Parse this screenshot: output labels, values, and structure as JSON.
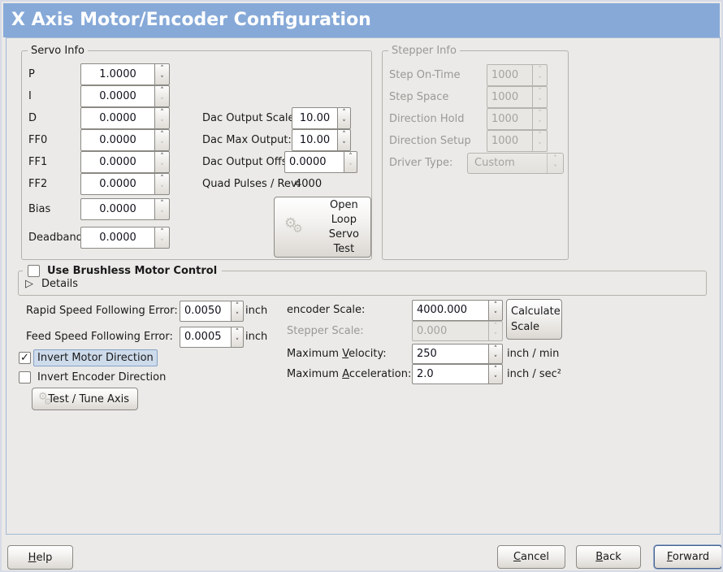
{
  "window": {
    "title": "X Axis Motor/Encoder Configuration"
  },
  "colors": {
    "titlebar": "#86a9d8",
    "background": "#ebeae8",
    "highlight": "#cddbeb"
  },
  "icons": {
    "gear": "⚙",
    "expander": "▷",
    "check": "✓",
    "spin_up": "˄",
    "spin_down": "˅"
  },
  "servo_info": {
    "title": "Servo Info",
    "fields": [
      {
        "label": "P",
        "value": "1.0000"
      },
      {
        "label": "I",
        "value": "0.0000"
      },
      {
        "label": "D",
        "value": "0.0000"
      },
      {
        "label": "FF0",
        "value": "0.0000"
      },
      {
        "label": "FF1",
        "value": "0.0000"
      },
      {
        "label": "FF2",
        "value": "0.0000"
      },
      {
        "label": "Bias",
        "value": "0.0000"
      },
      {
        "label": "Deadband",
        "value": "0.0000"
      }
    ],
    "dac": {
      "scale_label": "Dac Output Scale:",
      "scale_value": "10.00",
      "max_label": "Dac Max Output:",
      "max_value": "10.00",
      "offset_label": "Dac Output Offset:",
      "offset_value": "0.0000",
      "quad_label": "Quad Pulses / Rev:",
      "quad_value": "4000"
    },
    "open_loop_button_label": "Open\nLoop\nServo\nTest"
  },
  "stepper_info": {
    "title": "Stepper Info",
    "fields": [
      {
        "label": "Step On-Time",
        "value": "1000"
      },
      {
        "label": "Step Space",
        "value": "1000"
      },
      {
        "label": "Direction Hold",
        "value": "1000"
      },
      {
        "label": "Direction Setup",
        "value": "1000"
      }
    ],
    "driver_type_label": "Driver Type:",
    "driver_type_value": "Custom"
  },
  "brushless": {
    "checkbox_label": "Use Brushless Motor Control",
    "details_label": "Details"
  },
  "following_error": {
    "rapid_label": "Rapid Speed Following Error:",
    "rapid_value": "0.0050",
    "rapid_unit": "inch",
    "feed_label": "Feed Speed Following Error:",
    "feed_value": "0.0005",
    "feed_unit": "inch"
  },
  "options": {
    "invert_motor_label": "Invert Motor Direction",
    "invert_encoder_label": "Invert Encoder Direction",
    "test_tune_label": "Test / Tune Axis"
  },
  "scale": {
    "encoder_label": "encoder Scale:",
    "encoder_value": "4000.000",
    "calculate_label": "Calculate\nScale",
    "stepper_label": "Stepper Scale:",
    "stepper_value": "0.000",
    "velocity_label_pre": "Maximum ",
    "velocity_label_u": "V",
    "velocity_label_post": "elocity:",
    "velocity_value": "250",
    "velocity_unit": "inch / min",
    "accel_label_pre": "Maximum ",
    "accel_label_u": "A",
    "accel_label_post": "cceleration:",
    "accel_value": "2.0",
    "accel_unit": "inch / sec²"
  },
  "actions": {
    "help": {
      "u": "H",
      "rest": "elp"
    },
    "cancel": {
      "u": "C",
      "rest": "ancel"
    },
    "back": {
      "u": "B",
      "rest": "ack"
    },
    "forward": {
      "u": "F",
      "rest": "orward"
    }
  }
}
